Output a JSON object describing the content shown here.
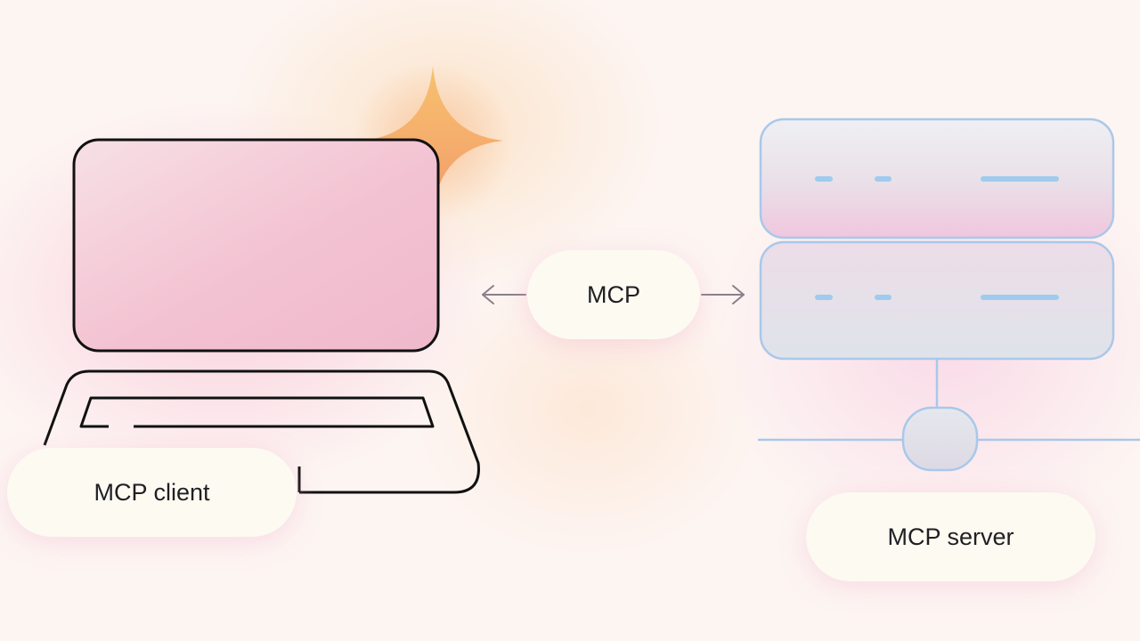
{
  "labels": {
    "client": "MCP client",
    "protocol": "MCP",
    "server": "MCP server"
  },
  "icons": {
    "client": "laptop-icon",
    "server": "server-rack-icon",
    "sparkle": "sparkle-icon",
    "arrow_left": "arrow-left-icon",
    "arrow_right": "arrow-right-icon"
  },
  "colors": {
    "laptop_outline": "#111111",
    "server_outline": "#a9c8ea",
    "server_indicator": "#9ecbee",
    "arrow": "#8a7f8a",
    "sparkle_top": "#f6b86a",
    "sparkle_bottom": "#f4906a",
    "pill_fill": "#fdfaf1"
  }
}
